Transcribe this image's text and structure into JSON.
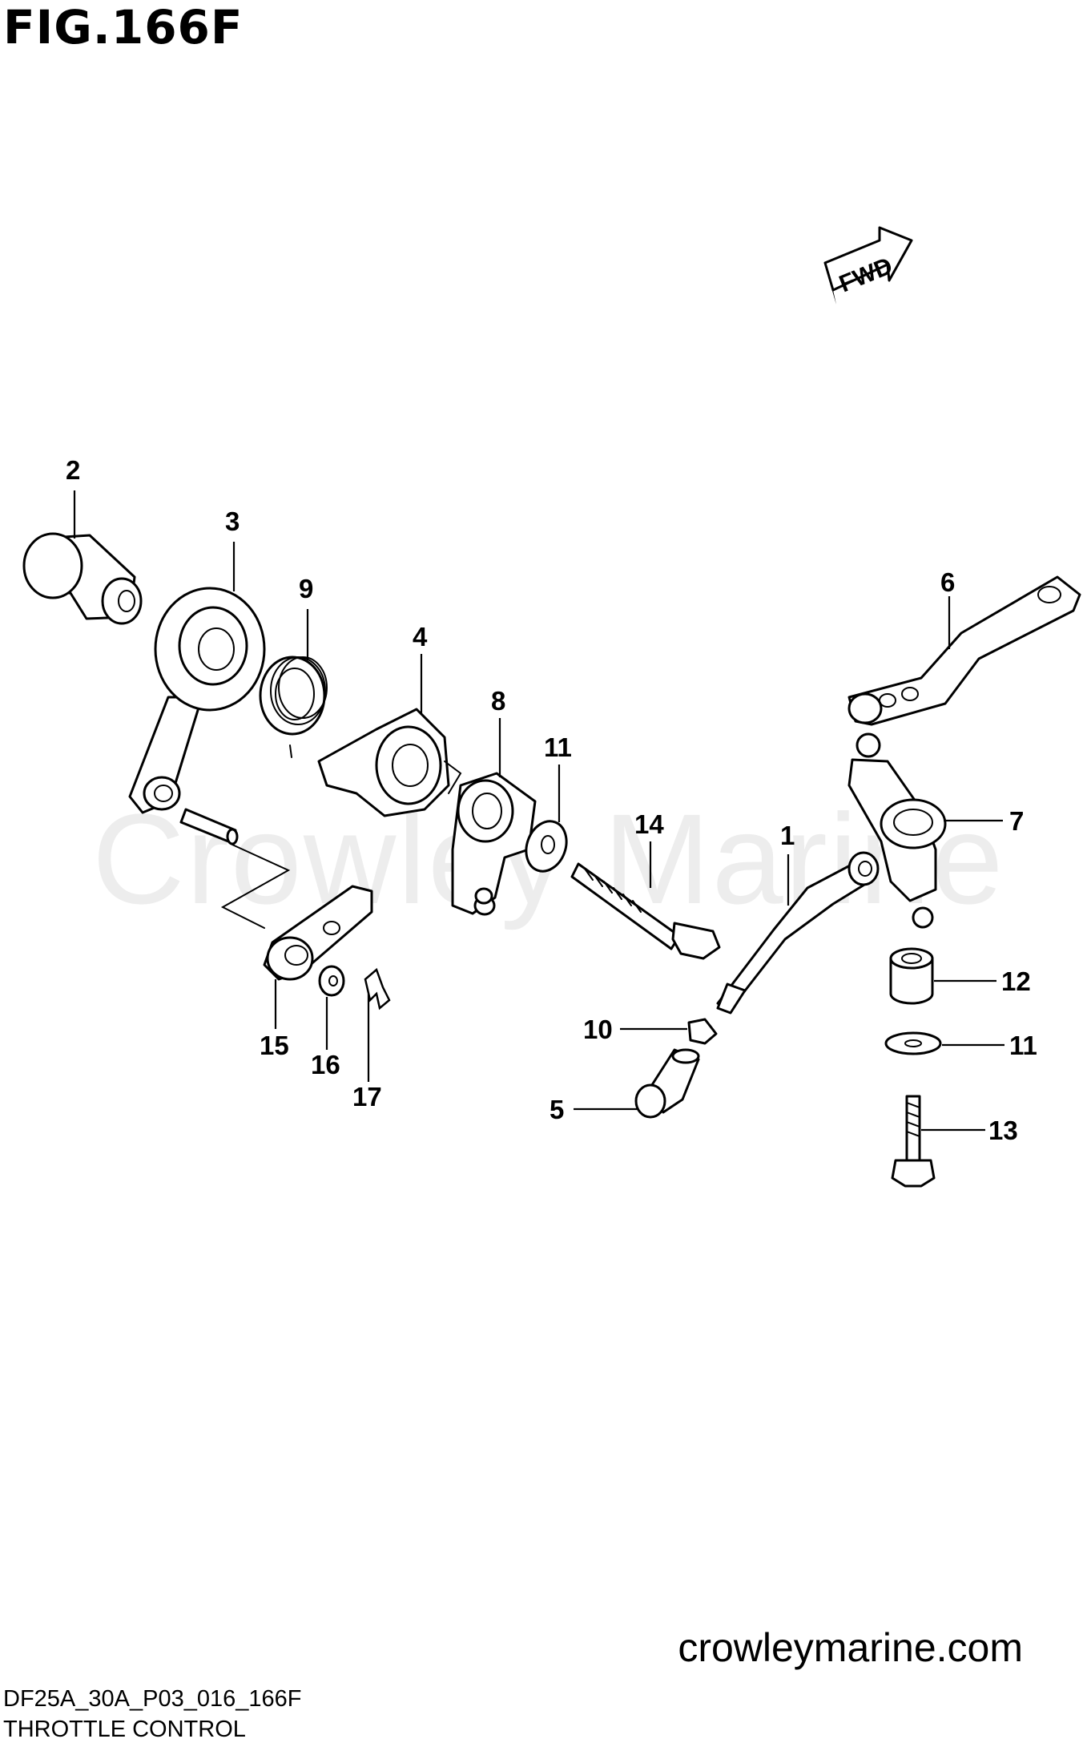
{
  "figure": {
    "title": "FIG.166F",
    "code": "DF25A_30A_P03_016_166F",
    "caption": "THROTTLE CONTROL"
  },
  "watermark": "Crowley Marine",
  "site": "crowleymarine.com",
  "fwd_label": "FWD",
  "callouts": {
    "c1": "1",
    "c2": "2",
    "c3": "3",
    "c4": "4",
    "c5": "5",
    "c6": "6",
    "c7": "7",
    "c8": "8",
    "c9": "9",
    "c10": "10",
    "c11a": "11",
    "c11b": "11",
    "c12": "12",
    "c13": "13",
    "c14": "14",
    "c15": "15",
    "c16": "16",
    "c17": "17"
  }
}
